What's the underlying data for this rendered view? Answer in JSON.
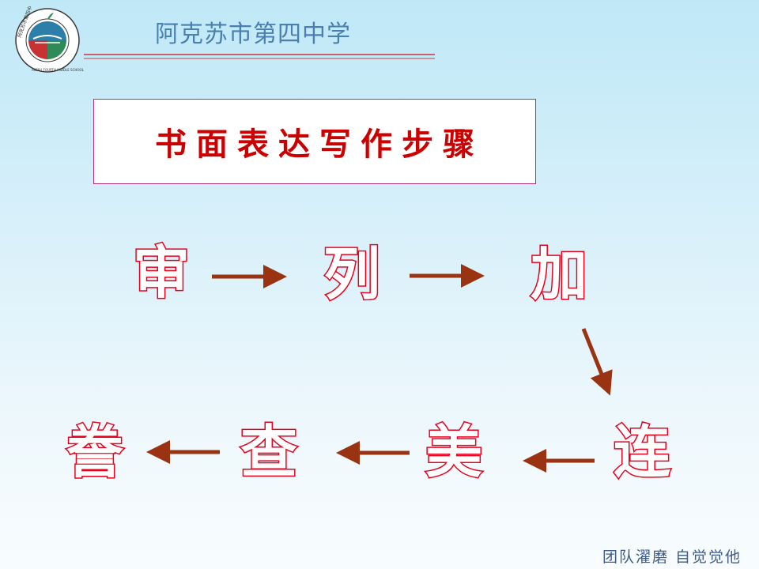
{
  "header": {
    "school_name": "阿克苏市第四中学"
  },
  "logo": {
    "ring_text_top": "阿克苏市第四中学",
    "ring_text_bottom": "AKESU FOURTH MIDDLE SCHOOL"
  },
  "title": "书面表达写作步骤",
  "steps": {
    "shen": "审",
    "lie": "列",
    "jia": "加",
    "lian": "连",
    "mei": "美",
    "cha": "查",
    "teng": "誊"
  },
  "footer": {
    "slogan": "团队濯磨 自觉觉他"
  },
  "colors": {
    "step_outline": "#e8001c",
    "arrow": "#993311",
    "title_red": "#cc0000",
    "header_blue": "#4a7fae"
  }
}
